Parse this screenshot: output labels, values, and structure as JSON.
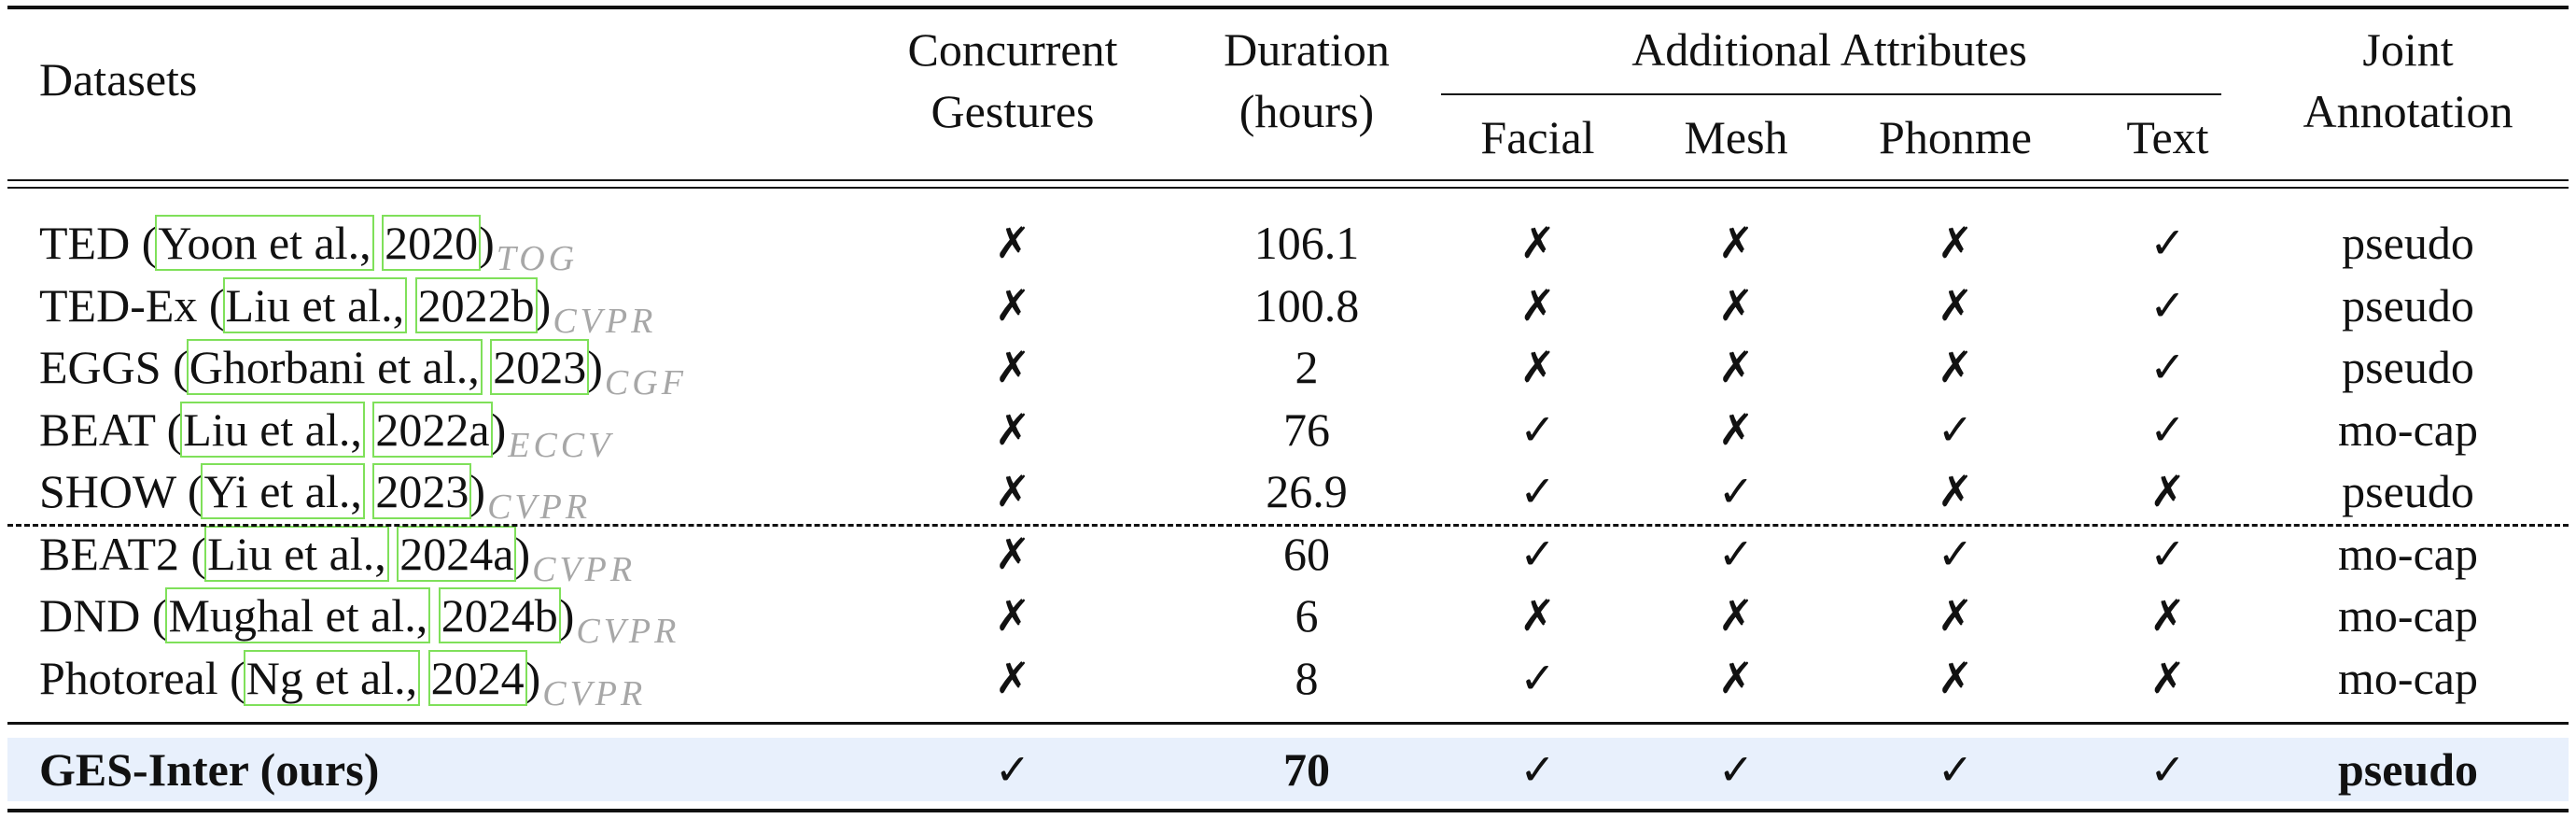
{
  "headers": {
    "datasets": "Datasets",
    "concurrent": [
      "Concurrent",
      "Gestures"
    ],
    "duration": [
      "Duration",
      "(hours)"
    ],
    "additional": "Additional Attributes",
    "facial": "Facial",
    "mesh": "Mesh",
    "phonme": "Phonme",
    "text": "Text",
    "joint": [
      "Joint",
      "Annotation"
    ]
  },
  "symbols": {
    "yes": "✓",
    "no": "✗"
  },
  "rows": [
    {
      "name": "TED",
      "open": " (",
      "author": "Yoon et al.,",
      "sep": " ",
      "year": "2020",
      "close": ")",
      "venue": "TOG",
      "concurrent": "✗",
      "duration": "106.1",
      "facial": "✗",
      "mesh": "✗",
      "phonme": "✗",
      "text": "✓",
      "joint": "pseudo"
    },
    {
      "name": "TED-Ex",
      "open": " (",
      "author": "Liu et al.,",
      "sep": " ",
      "year": "2022b",
      "close": ")",
      "venue": "CVPR",
      "concurrent": "✗",
      "duration": "100.8",
      "facial": "✗",
      "mesh": "✗",
      "phonme": "✗",
      "text": "✓",
      "joint": "pseudo"
    },
    {
      "name": "EGGS",
      "open": " (",
      "author": "Ghorbani et al.,",
      "sep": " ",
      "year": "2023",
      "close": ")",
      "venue": "CGF",
      "concurrent": "✗",
      "duration": "2",
      "facial": "✗",
      "mesh": "✗",
      "phonme": "✗",
      "text": "✓",
      "joint": "pseudo"
    },
    {
      "name": "BEAT",
      "open": " (",
      "author": "Liu et al.,",
      "sep": " ",
      "year": "2022a",
      "close": ")",
      "venue": "ECCV",
      "concurrent": "✗",
      "duration": "76",
      "facial": "✓",
      "mesh": "✗",
      "phonme": "✓",
      "text": "✓",
      "joint": "mo-cap"
    },
    {
      "name": "SHOW",
      "open": " (",
      "author": "Yi et al.,",
      "sep": " ",
      "year": "2023",
      "close": ")",
      "venue": "CVPR",
      "concurrent": "✗",
      "duration": "26.9",
      "facial": "✓",
      "mesh": "✓",
      "phonme": "✗",
      "text": "✗",
      "joint": "pseudo"
    },
    {
      "name": "BEAT2",
      "open": " (",
      "author": "Liu et al.,",
      "sep": " ",
      "year": "2024a",
      "close": ")",
      "venue": "CVPR",
      "concurrent": "✗",
      "duration": "60",
      "facial": "✓",
      "mesh": "✓",
      "phonme": "✓",
      "text": "✓",
      "joint": "mo-cap"
    },
    {
      "name": "DND",
      "open": " (",
      "author": "Mughal et al.,",
      "sep": " ",
      "year": "2024b",
      "close": ")",
      "venue": "CVPR",
      "concurrent": "✗",
      "duration": "6",
      "facial": "✗",
      "mesh": "✗",
      "phonme": "✗",
      "text": "✗",
      "joint": "mo-cap"
    },
    {
      "name": "Photoreal",
      "open": " (",
      "author": "Ng et al.,",
      "sep": " ",
      "year": "2024",
      "close": ")",
      "venue": "CVPR",
      "concurrent": "✗",
      "duration": "8",
      "facial": "✓",
      "mesh": "✗",
      "phonme": "✗",
      "text": "✗",
      "joint": "mo-cap"
    }
  ],
  "ours": {
    "name": "GES-Inter (ours)",
    "concurrent": "✓",
    "duration": "70",
    "facial": "✓",
    "mesh": "✓",
    "phonme": "✓",
    "text": "✓",
    "joint": "pseudo"
  },
  "colors": {
    "citation_box": "#7fe05a",
    "venue_text": "#a7a7a7",
    "ours_highlight": "#e8f0fc",
    "rule": "#111111"
  }
}
